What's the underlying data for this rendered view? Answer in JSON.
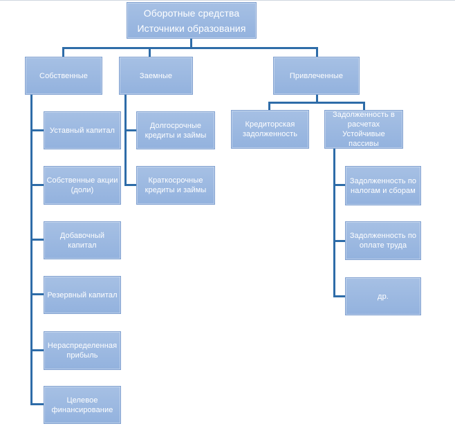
{
  "root": {
    "line1": "Оборотные средства",
    "line2": "Источники образования"
  },
  "categories": {
    "own": {
      "label": "Собственные",
      "items": [
        "Уставный капитал",
        "Собственные акции (доли)",
        "Добавочный капитал",
        "Резервный капитал",
        "Нераспределенная прибыль",
        "Целевое финансирование"
      ]
    },
    "borrowed": {
      "label": "Заемные",
      "items": [
        "Долгосрочные кредиты и займы",
        "Краткосрочные кредиты и займы"
      ]
    },
    "attracted": {
      "label": "Привлеченные",
      "payables": "Кредиторская задолженность",
      "settlements_line1": "Задолженность в расчетах",
      "settlements_line2": "Устойчивые пассивы",
      "items": [
        "Задолженность по налогам и сборам",
        "Задолженность по оплате труда",
        "др."
      ]
    }
  },
  "colors": {
    "box_fill": "#9bb8e0",
    "box_border": "#7f9fcf",
    "connector": "#2e6ca8",
    "text": "#ffffff"
  }
}
